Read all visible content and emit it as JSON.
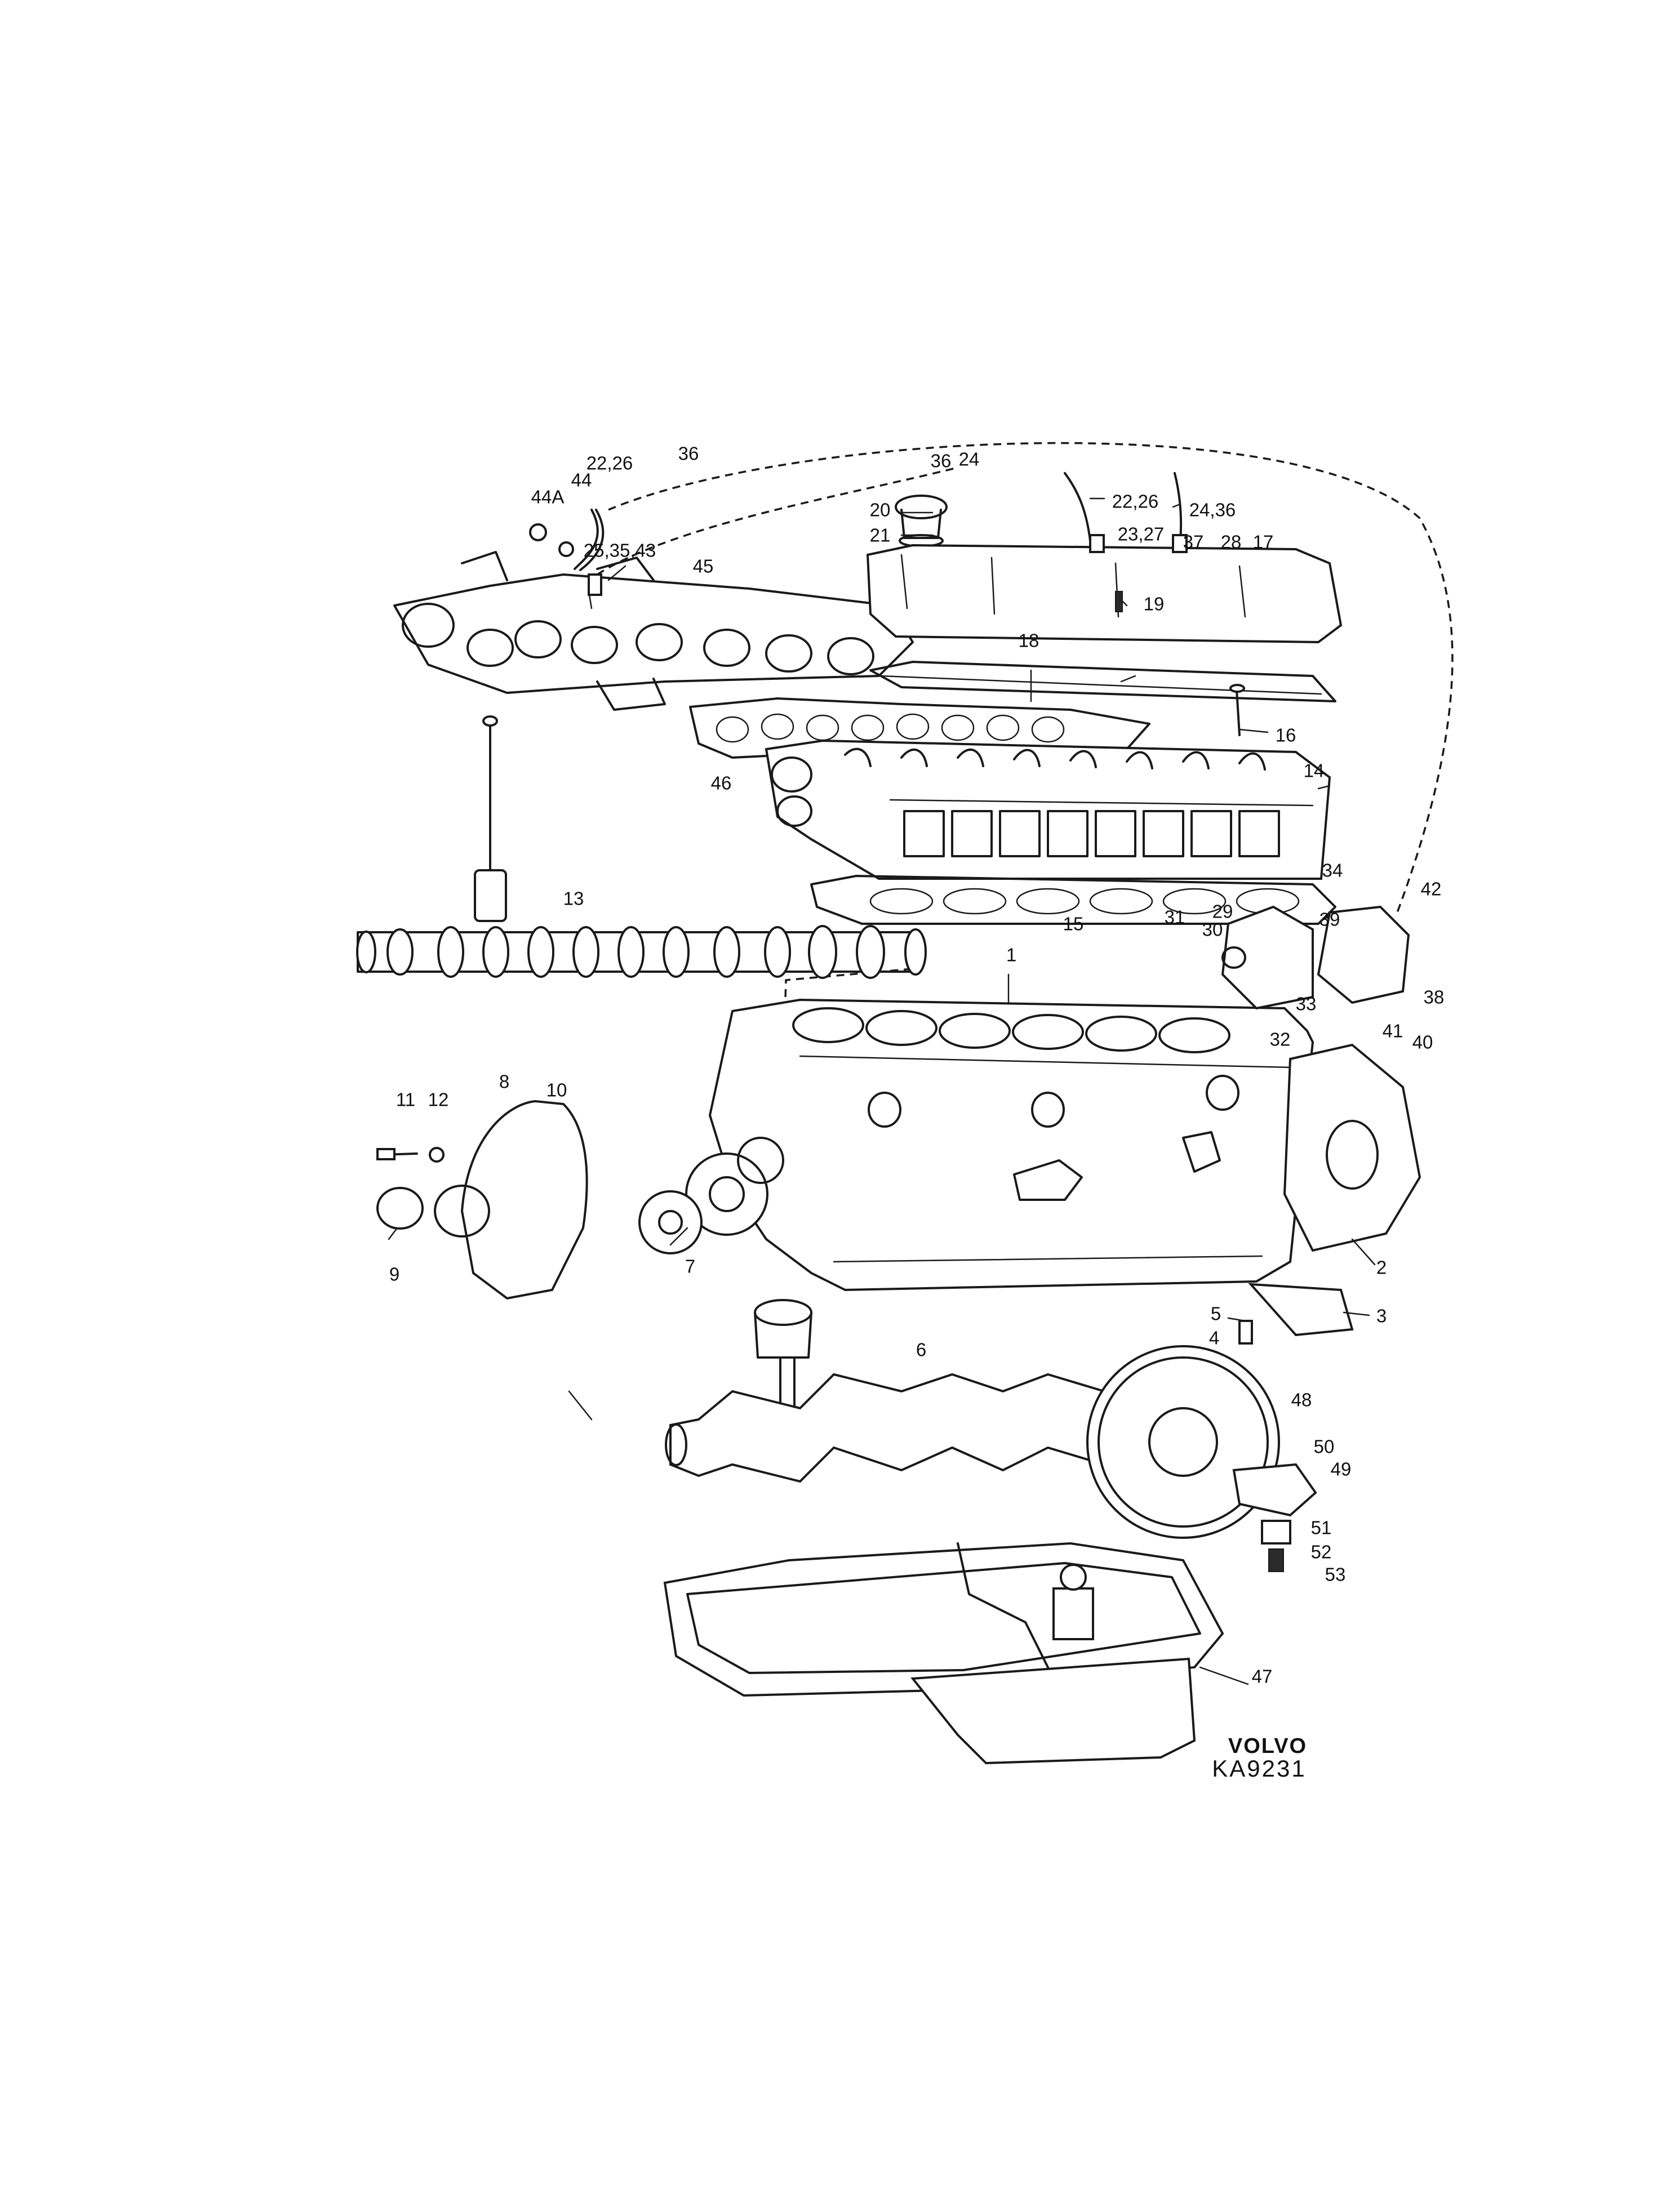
{
  "labels": {
    "p1": "1",
    "p2": "2",
    "p3": "3",
    "p4": "4",
    "p5": "5",
    "p6": "6",
    "p7": "7",
    "p8": "8",
    "p9": "9",
    "p10": "10",
    "p11": "11",
    "p12": "12",
    "p13": "13",
    "p14": "14",
    "p15": "15",
    "p16": "16",
    "p17": "17",
    "p18": "18",
    "p19": "19",
    "p20": "20",
    "p21": "21",
    "p22_26_a": "22,26",
    "p22_26_b": "22,26",
    "p23_27": "23,27",
    "p24": "24",
    "p24_36": "24,36",
    "p25_35_43": "25,35,43",
    "p28": "28",
    "p29": "29",
    "p30": "30",
    "p31": "31",
    "p32": "32",
    "p33": "33",
    "p34": "34",
    "p36_a": "36",
    "p36_b": "36",
    "p37": "37",
    "p38": "38",
    "p39": "39",
    "p40": "40",
    "p41": "41",
    "p42": "42",
    "p44": "44",
    "p44a": "44A",
    "p45": "45",
    "p46": "46",
    "p47": "47",
    "p48": "48",
    "p49": "49",
    "p50": "50",
    "p51": "51",
    "p52": "52",
    "p53": "53"
  },
  "brand": {
    "name": "VOLVO",
    "code": "KA9231"
  }
}
